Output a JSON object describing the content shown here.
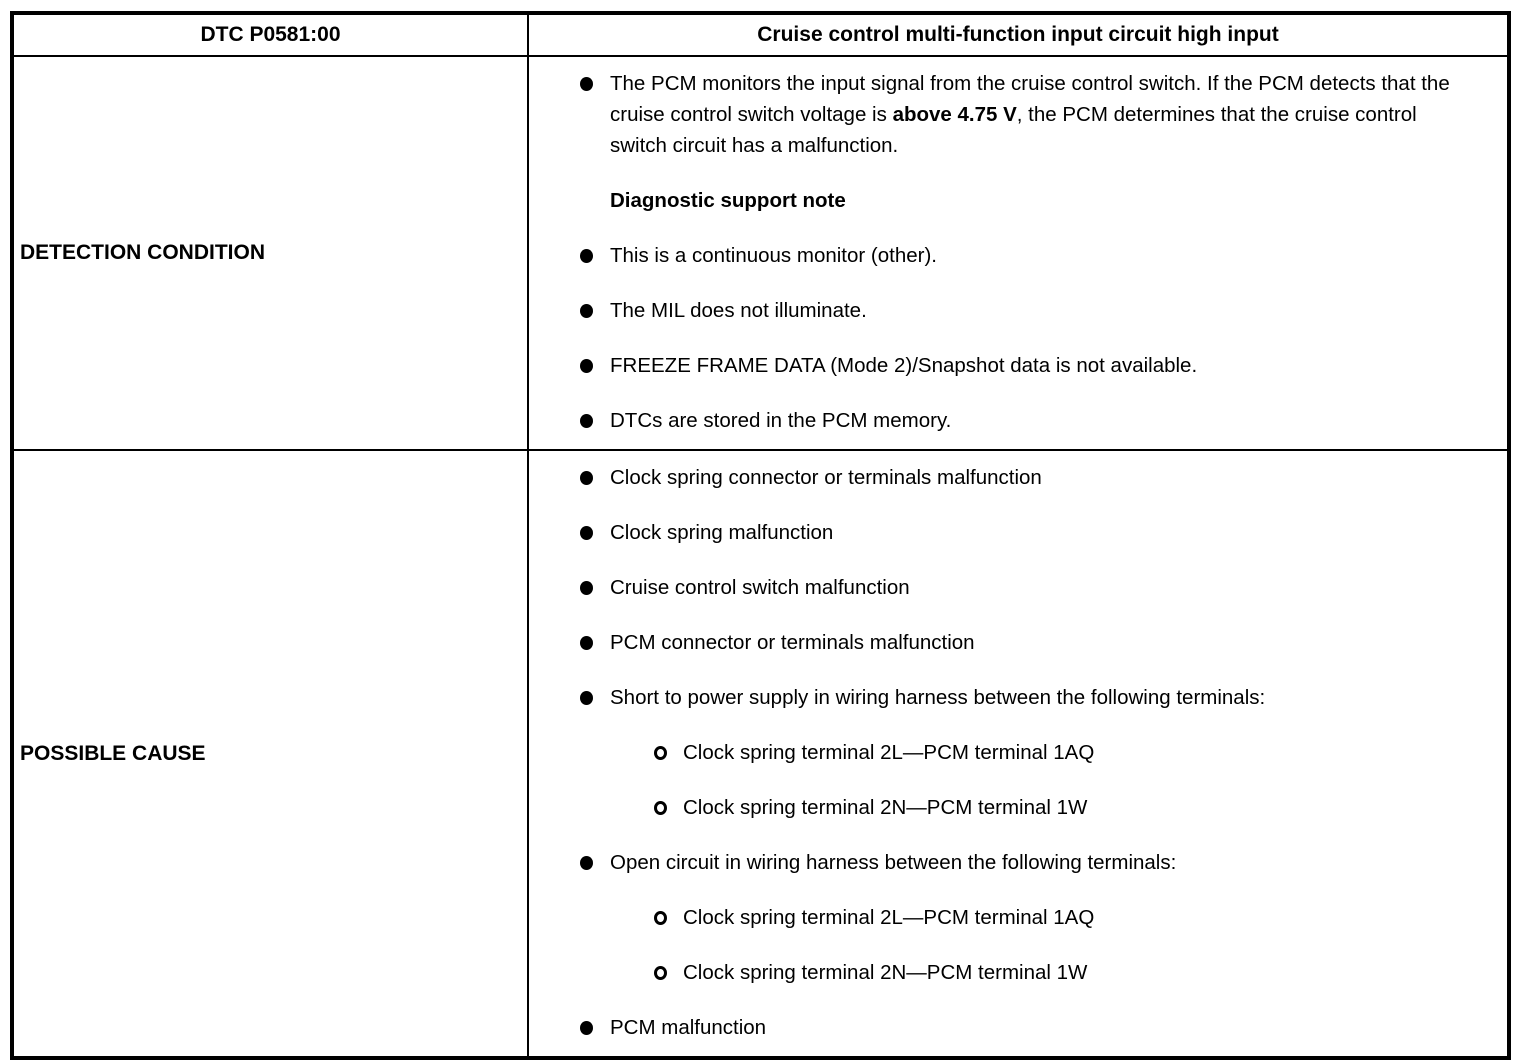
{
  "header": {
    "dtc": "DTC P0581:00",
    "title": "Cruise control multi-function input circuit high input"
  },
  "detection": {
    "label": "DETECTION CONDITION",
    "intro_pre": "The PCM monitors the input signal from the cruise control switch. If the PCM detects that the cruise control switch voltage is ",
    "intro_bold": "above 4.75 V",
    "intro_post": ", the PCM determines that the cruise control switch circuit has a malfunction.",
    "note_heading": "Diagnostic support note",
    "bullets": [
      "This is a continuous monitor (other).",
      "The MIL does not illuminate.",
      "FREEZE FRAME DATA (Mode 2)/Snapshot data is not available.",
      "DTCs are stored in the PCM memory."
    ]
  },
  "possible_cause": {
    "label": "POSSIBLE CAUSE",
    "bullets_top": [
      "Clock spring connector or terminals malfunction",
      "Clock spring malfunction",
      "Cruise control switch malfunction",
      "PCM connector or terminals malfunction"
    ],
    "short_heading": "Short to power supply in wiring harness between the following terminals:",
    "short_subs": [
      "Clock spring terminal 2L—PCM terminal 1AQ",
      "Clock spring terminal 2N—PCM terminal 1W"
    ],
    "open_heading": "Open circuit in wiring harness between the following terminals:",
    "open_subs": [
      "Clock spring terminal 2L—PCM terminal 1AQ",
      "Clock spring terminal 2N—PCM terminal 1W"
    ],
    "last_bullet": "PCM malfunction"
  },
  "colors": {
    "border": "#000000",
    "text": "#000000",
    "background": "#ffffff"
  }
}
